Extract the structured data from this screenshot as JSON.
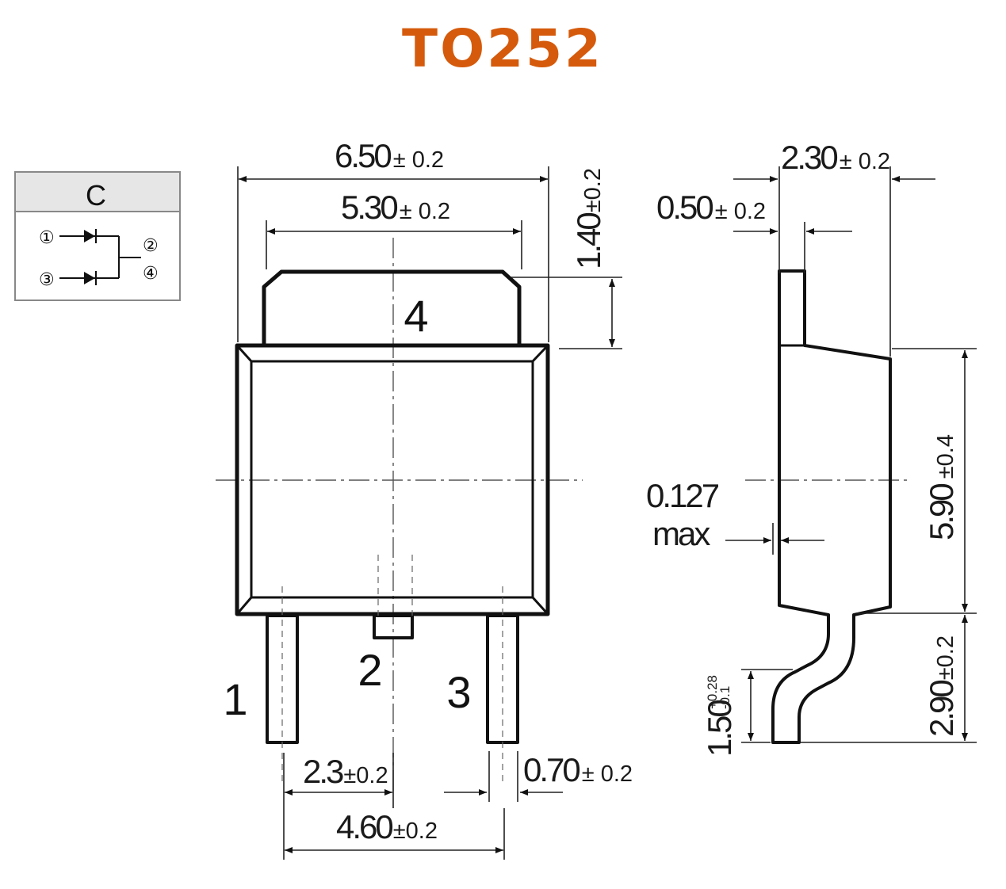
{
  "title": "TO252",
  "colors": {
    "title": "#D55A0B",
    "line": "#111111",
    "box_header": "#e6e6e6"
  },
  "schematic": {
    "label": "C",
    "pins": {
      "p1": "①",
      "p2": "②",
      "p3": "③",
      "p4": "④"
    }
  },
  "front_view": {
    "pin_numbers": {
      "tab": "4",
      "pin1": "1",
      "pin2": "2",
      "pin3": "3"
    },
    "dims": {
      "overall_width": {
        "value": "6.50",
        "tol": "± 0.2"
      },
      "tab_width": {
        "value": "5.30",
        "tol": "± 0.2"
      },
      "tab_height": {
        "value": "1.40",
        "tol": "±0.2"
      },
      "pitch": {
        "value": "2.3",
        "tol": "±0.2"
      },
      "lead_span": {
        "value": "4.60",
        "tol": "±0.2"
      },
      "lead_width": {
        "value": "0.70",
        "tol": "± 0.2"
      }
    }
  },
  "side_view": {
    "dims": {
      "height": {
        "value": "2.30",
        "tol": "± 0.2"
      },
      "tab_thickness": {
        "value": "0.50",
        "tol": "± 0.2"
      },
      "body_length": {
        "value": "5.90",
        "tol": "±0.4"
      },
      "lead_length": {
        "value": "2.90",
        "tol": "±0.2"
      },
      "standoff": {
        "value": "1.50",
        "tol_plus": "+0.28",
        "tol_minus": "-0.1"
      },
      "coplanarity": {
        "value": "0.127",
        "suffix": "max"
      }
    }
  }
}
